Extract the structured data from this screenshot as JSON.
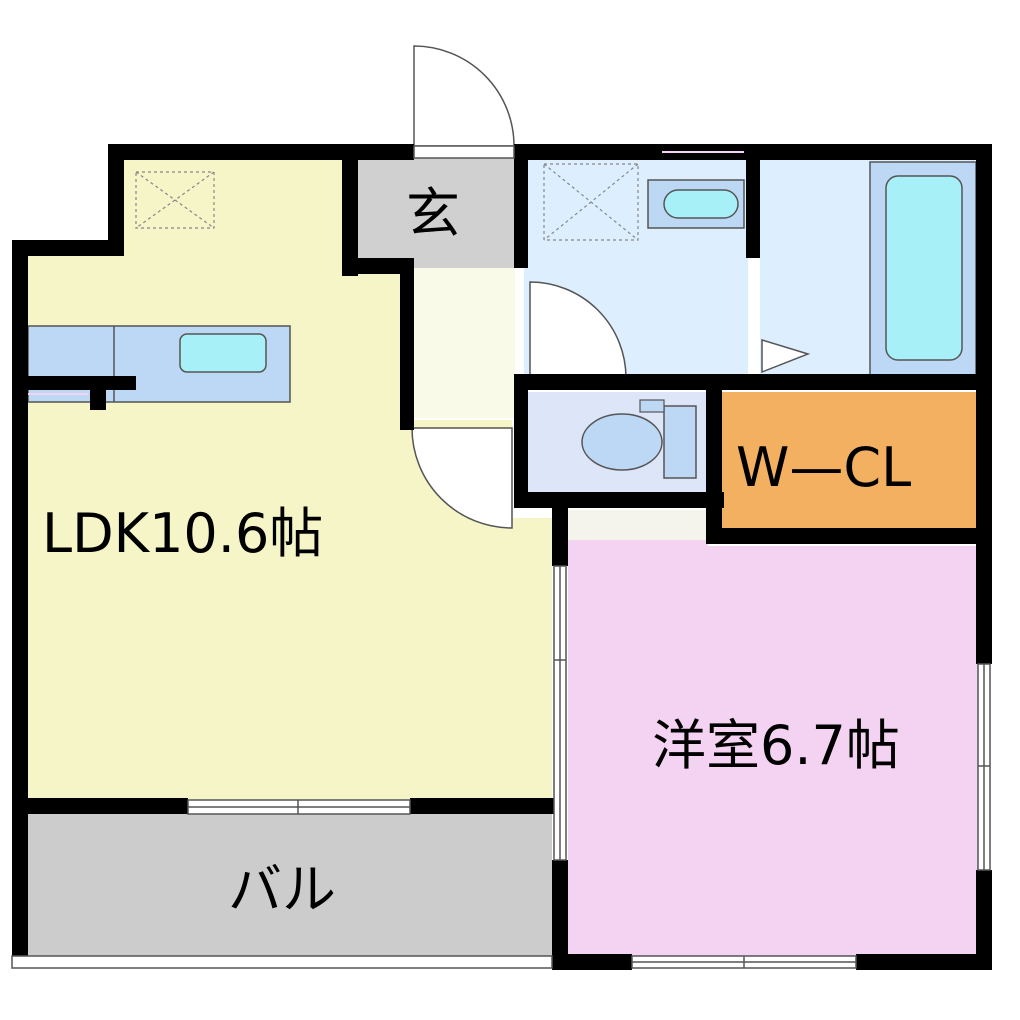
{
  "rooms": {
    "ldk": {
      "label": "LDK10.6帖",
      "color": "#f5f5c8"
    },
    "western": {
      "label": "洋室6.7帖",
      "color": "#f4d2f2"
    },
    "entrance": {
      "label": "玄",
      "color": "#d0d0d0"
    },
    "wcl": {
      "label": "W—CL",
      "color": "#f2b060"
    },
    "balcony": {
      "label": "バル",
      "color": "#cccccc"
    },
    "wet_area": {
      "color": "#ddeeff"
    },
    "fixture": {
      "color": "#a8f0f8"
    }
  }
}
